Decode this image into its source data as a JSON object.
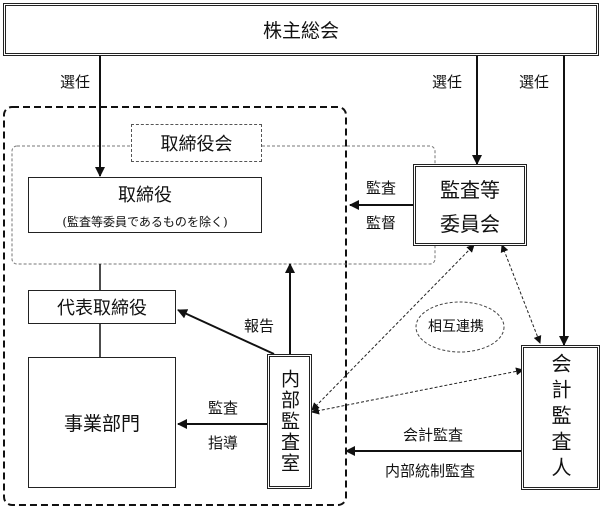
{
  "nodes": {
    "shareholders": "株主総会",
    "board_group": "取締役会",
    "directors": "取締役",
    "directors_note": "(監査等委員であるものを除く)",
    "audit_committee_line1": "監査等",
    "audit_committee_line2": "委員会",
    "representative": "代表取締役",
    "business": "事業部門",
    "internal_audit": "内部監査室",
    "accounting_auditor": "会計監査人",
    "mutual": "相互連携"
  },
  "labels": {
    "elect1": "選任",
    "elect2": "選任",
    "elect3": "選任",
    "audit": "監査",
    "supervise": "監督",
    "report": "報告",
    "audit2": "監査",
    "guidance": "指導",
    "acc_audit": "会計監査",
    "internal_control_audit": "内部統制監査"
  }
}
